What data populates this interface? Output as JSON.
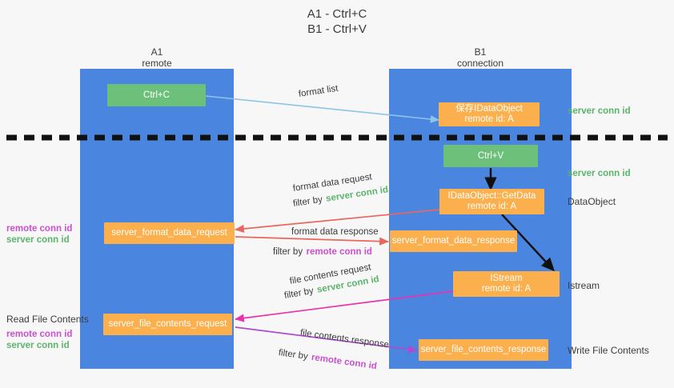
{
  "title": {
    "line1": "A1 - Ctrl+C",
    "line2": "B1 - Ctrl+V"
  },
  "lanes": [
    {
      "id": "a1",
      "name": "A1",
      "role": "remote"
    },
    {
      "id": "b1",
      "name": "B1",
      "role": "connection"
    }
  ],
  "boxes": {
    "ctrl_c": {
      "label": "Ctrl+C",
      "color": "#6dc07a"
    },
    "ctrl_v": {
      "label": "Ctrl+V",
      "color": "#6dc07a"
    },
    "save_idataobject": {
      "line1": "保存IDataObject",
      "line2": "remote id: A",
      "color": "#fbb04d"
    },
    "getdata": {
      "line1": "IDataObject::GetData",
      "line2": "remote id: A",
      "color": "#fbb04d"
    },
    "istream": {
      "line1": "IStream",
      "line2": "remote id: A",
      "color": "#fbb04d"
    },
    "server_format_data_request": {
      "label": "server_format_data_request",
      "color": "#fbb04d"
    },
    "server_format_data_response": {
      "label": "server_format_data_response",
      "color": "#fbb04d"
    },
    "server_file_contents_request": {
      "label": "server_file_contents_request",
      "color": "#fbb04d"
    },
    "server_file_contents_response": {
      "label": "server_file_contents_response",
      "color": "#fbb04d"
    }
  },
  "edge_labels": {
    "format_list": "format list",
    "format_data_request": "format data request",
    "format_data_request_filter_prefix": "filter by",
    "format_data_request_filter_value": "server conn id",
    "format_data_response": "format data response",
    "format_data_response_filter_prefix": "filter by",
    "format_data_response_filter_value": "remote conn id",
    "file_contents_request": "file contents request",
    "file_contents_request_filter_prefix": "filter by",
    "file_contents_request_filter_value": "server conn id",
    "file_contents_response": "file contents response",
    "file_contents_response_filter_prefix": "filter by",
    "file_contents_response_filter_value": "remote conn id"
  },
  "right_annotations": {
    "server_conn_id_top": "server conn id",
    "server_conn_id_mid": "server conn id",
    "dataobject": "DataObject",
    "istream": "Istream",
    "write_file_contents": "Write File Contents"
  },
  "left_annotations": {
    "format_remote": "remote conn id",
    "format_server": "server conn id",
    "read_file_contents": "Read File Contents",
    "file_remote": "remote conn id",
    "file_server": "server conn id"
  },
  "colors": {
    "lane": "#4a86e0",
    "green": "#5ab46a",
    "purple": "#cc4fd0",
    "orange": "#fbb04d",
    "arrow_blue": "#8ec4ea",
    "arrow_red": "#e8685d",
    "arrow_magenta": "#e832b0",
    "arrow_purple": "#b04ad0",
    "arrow_black": "#101010",
    "divider": "#111111",
    "text": "#3c3c3c",
    "background": "#f7f7f7"
  }
}
